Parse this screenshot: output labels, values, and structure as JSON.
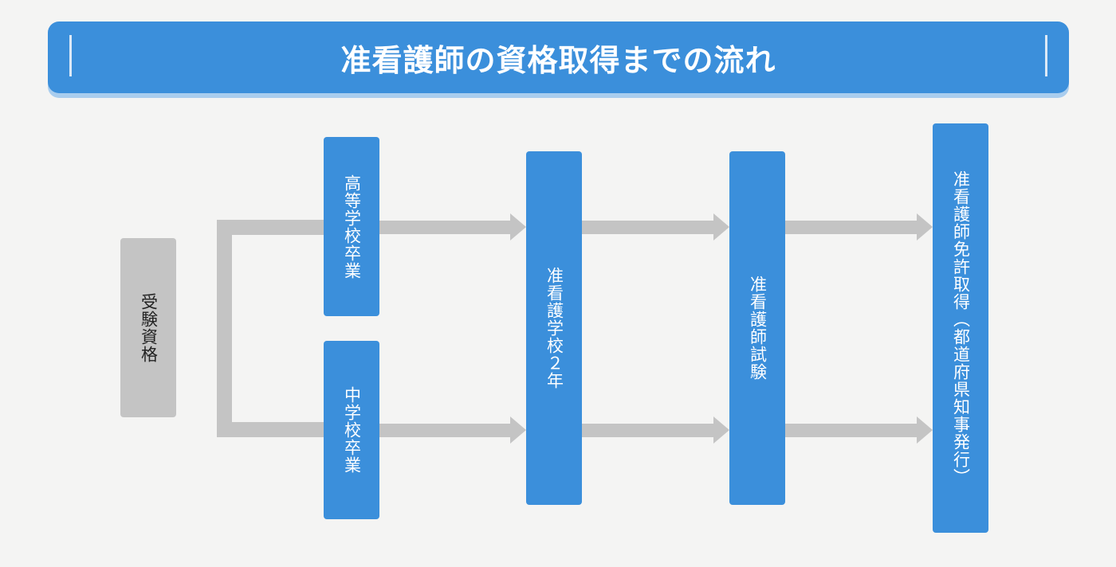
{
  "title": "准看護師の資格取得までの流れ",
  "colors": {
    "blue": "#3b8fdb",
    "gray_box": "#c4c4c4",
    "arrow": "#c4c4c4",
    "background": "#f4f4f3"
  },
  "nodes": {
    "eligibility": "受験資格",
    "high_school": "高等学校卒業",
    "middle_school": "中学校卒業",
    "nursing_school": "准看護学校２年",
    "exam": "准看護師試験",
    "license": "准看護師免許取得（都道府県知事発行）"
  }
}
